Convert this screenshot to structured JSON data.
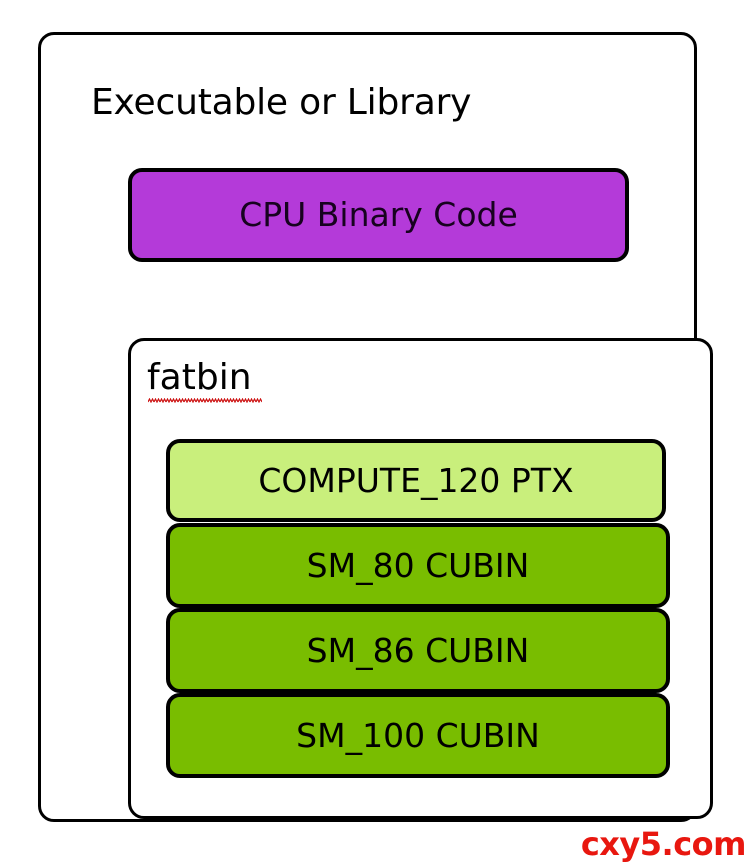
{
  "diagram": {
    "title": "Executable or Library",
    "background_color": "#ffffff",
    "outline_color": "#000000",
    "outer_container": {
      "label": "Executable or Library"
    },
    "cpu_block": {
      "label": "CPU Binary Code",
      "fill_color": "#b43ad9",
      "text_color": "#17021f"
    },
    "fatbin_container": {
      "label": "fatbin",
      "spellcheck_underline": true,
      "blocks": [
        {
          "label": "COMPUTE_120 PTX",
          "kind": "ptx",
          "fill_color": "#c9ef7c"
        },
        {
          "label": "SM_80 CUBIN",
          "kind": "cubin",
          "fill_color": "#79bd00"
        },
        {
          "label": "SM_86 CUBIN",
          "kind": "cubin",
          "fill_color": "#79bd00"
        },
        {
          "label": "SM_100 CUBIN",
          "kind": "cubin",
          "fill_color": "#79bd00"
        }
      ]
    }
  },
  "watermark": {
    "text": "cxy5.com",
    "color": "#e8170f"
  }
}
